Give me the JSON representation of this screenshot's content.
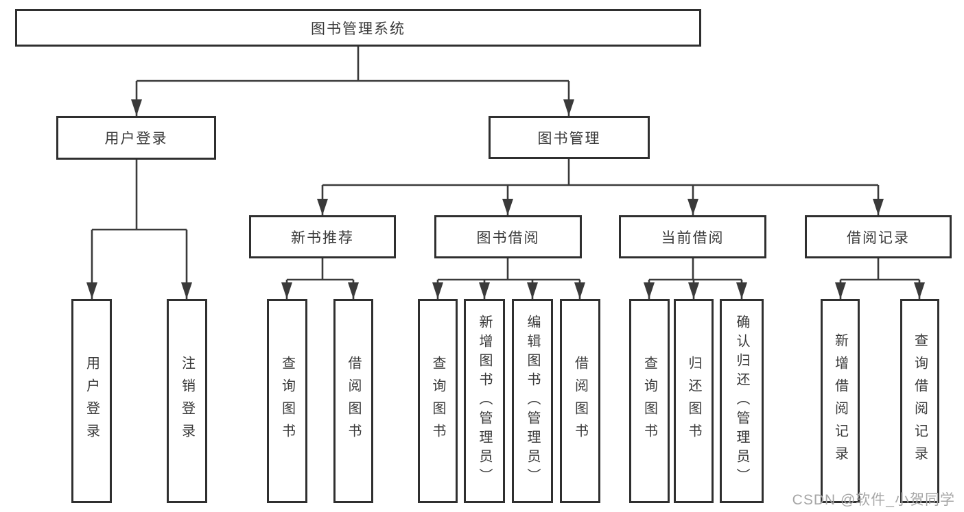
{
  "diagram_title": "图书管理系统",
  "tree": {
    "label": "图书管理系统",
    "children": [
      {
        "label": "用户登录",
        "children": [
          {
            "label": "用户登录"
          },
          {
            "label": "注销登录"
          }
        ]
      },
      {
        "label": "图书管理",
        "children": [
          {
            "label": "新书推荐",
            "children": [
              {
                "label": "查询图书"
              },
              {
                "label": "借阅图书"
              }
            ]
          },
          {
            "label": "图书借阅",
            "children": [
              {
                "label": "查询图书"
              },
              {
                "label": "新增图书（管理员）"
              },
              {
                "label": "编辑图书（管理员）"
              },
              {
                "label": "借阅图书"
              }
            ]
          },
          {
            "label": "当前借阅",
            "children": [
              {
                "label": "查询图书"
              },
              {
                "label": "归还图书"
              },
              {
                "label": "确认归还（管理员）"
              }
            ]
          },
          {
            "label": "借阅记录",
            "children": [
              {
                "label": "新增借阅记录"
              },
              {
                "label": "查询借阅记录"
              }
            ]
          }
        ]
      }
    ]
  },
  "watermark": "CSDN @软件_小贺同学",
  "colors": {
    "bg_color": "#ffffff",
    "line_color": "#3a3a3a",
    "border_color": "#2f2f2f",
    "text_color": "#3a3a3a",
    "watermark_color": "#a6a6a6"
  }
}
